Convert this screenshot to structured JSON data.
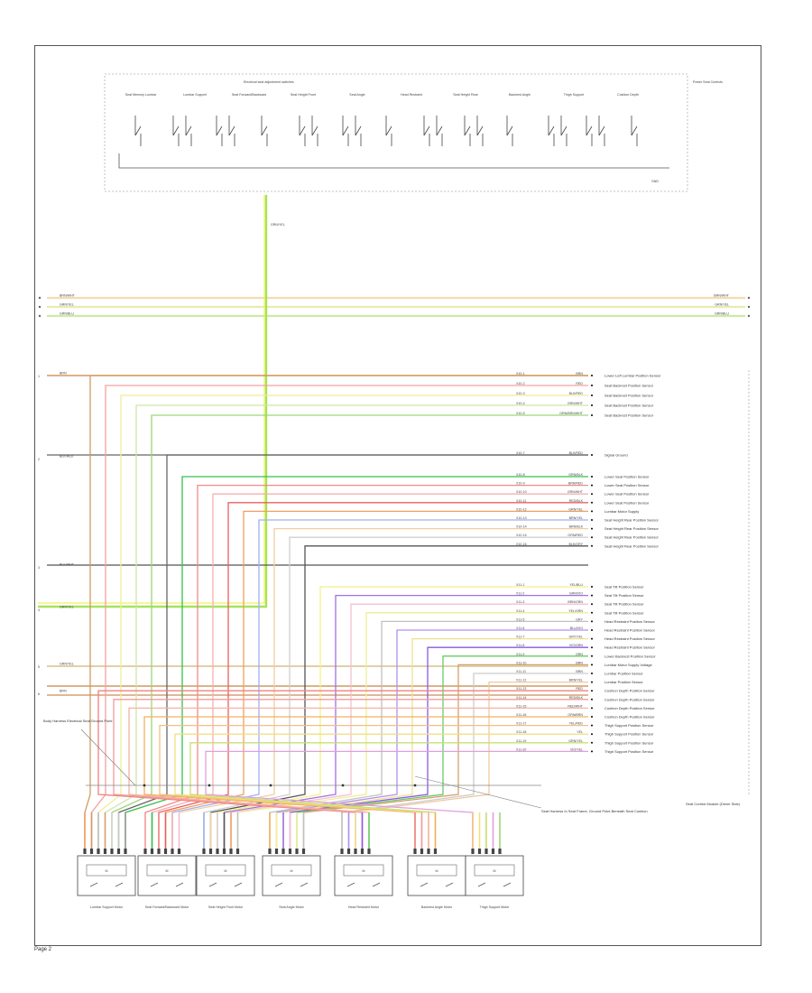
{
  "page": {
    "number": "Page 2"
  },
  "diagram": {
    "colors": {
      "frame": "#555555",
      "wire_gray": "#b0b0b0",
      "ground": "#333333"
    },
    "switch_block": {
      "title": "Electrical seat adjustment switches",
      "corner_label": "Power Seat Controls",
      "ground_label": "GND",
      "switches": [
        {
          "name": "Seat Memory Lumbar"
        },
        {
          "name": "Lumbar Support"
        },
        {
          "name": "Seat Forward/Backward"
        },
        {
          "name": "Seat Height Front"
        },
        {
          "name": "Seat Angle"
        },
        {
          "name": "Head Restraint"
        },
        {
          "name": "Seat Height Rear"
        },
        {
          "name": "Backrest Angle"
        },
        {
          "name": "Thigh Support"
        },
        {
          "name": "Cushion Depth"
        }
      ]
    },
    "bus_lines": [
      {
        "label": "BRN/WHT",
        "color": "#f3dcae"
      },
      {
        "label": "GRN/YEL",
        "color": "#e9ecb0"
      },
      {
        "label": "GRN/BLU",
        "color": "#cde9a8"
      }
    ],
    "left_terminals": [
      {
        "marker": "1",
        "label": "BRN"
      },
      {
        "marker": "2",
        "label": "BLK/RED"
      },
      {
        "marker": "3",
        "label": "BLK/WHT"
      },
      {
        "marker": "4",
        "label": "GRN/YEL"
      },
      {
        "marker": "5",
        "label": "GRN/YEL"
      },
      {
        "marker": "6",
        "label": "BRN"
      }
    ],
    "connector_pins": [
      {
        "code": "X10-1",
        "wire": "BRN",
        "desc": "Lower Left Lumbar Position Sensor",
        "color": "#d29a62"
      },
      {
        "code": "X10-2",
        "wire": "RED",
        "desc": "Seat Backrest Position Sensor",
        "color": "#f4a0a0"
      },
      {
        "code": "X10-3",
        "wire": "BLK/RED",
        "desc": "Seat Backrest Position Sensor",
        "color": "#eeee99"
      },
      {
        "code": "X10-4",
        "wire": "GRN/WHT",
        "desc": "Seat Backrest Position Sensor",
        "color": "#cfe6a8"
      },
      {
        "code": "X10-5",
        "wire": "GRN/BRN/WHT",
        "desc": "Seat Backrest Position Sensor",
        "color": "#9bd67a"
      },
      {
        "code": "X10-7",
        "wire": "BLK/RED",
        "desc": "Signal Ground",
        "color": "#666666"
      },
      {
        "code": "X10-8",
        "wire": "GRN/BLK",
        "desc": "Lower Seat Position Sensor",
        "color": "#33c24a"
      },
      {
        "code": "X10-9",
        "wire": "BRN/RED",
        "desc": "Lower Seat Position Sensor",
        "color": "#f08a8a"
      },
      {
        "code": "X10-10",
        "wire": "GRN/WHT",
        "desc": "Lower Seat Position Sensor",
        "color": "#f4b0b0"
      },
      {
        "code": "X10-11",
        "wire": "RED/BLK",
        "desc": "Lower Seat Position Sensor",
        "color": "#e96060"
      },
      {
        "code": "X10-12",
        "wire": "GRN/YEL",
        "desc": "Lumbar Motor Supply",
        "color": "#f0a060"
      },
      {
        "code": "X10-13",
        "wire": "BRN/YEL",
        "desc": "Seat Height Rear Position Sensor",
        "color": "#9fb0f0"
      },
      {
        "code": "X10-14",
        "wire": "BRN/BLK",
        "desc": "Seat Height Rear Position Sensor",
        "color": "#f0d0a0"
      },
      {
        "code": "X10-15",
        "wire": "GRN/RED",
        "desc": "Seat Height Rear Position Sensor",
        "color": "#d0d0d0"
      },
      {
        "code": "X10-16",
        "wire": "BLK/GRY",
        "desc": "Seat Height Rear Position Sensor",
        "color": "#555555"
      },
      {
        "code": "X11-1",
        "wire": "YEL/BLU",
        "desc": "Seat Tilt Position Sensor",
        "color": "#f4f08a"
      },
      {
        "code": "X11-2",
        "wire": "GRN/VIO",
        "desc": "Seat Tilt Position Sensor",
        "color": "#a070e0"
      },
      {
        "code": "X11-3",
        "wire": "BRN/GRN",
        "desc": "Seat Tilt Position Sensor",
        "color": "#f4c0d0"
      },
      {
        "code": "X11-4",
        "wire": "YEL/GRN",
        "desc": "Seat Tilt Position Sensor",
        "color": "#eeee99"
      },
      {
        "code": "X11-5",
        "wire": "GRY",
        "desc": "Head Restraint Position Sensor",
        "color": "#c0c0c0"
      },
      {
        "code": "X11-6",
        "wire": "BLU/VIO",
        "desc": "Head Restraint Position Sensor",
        "color": "#b090f0"
      },
      {
        "code": "X11-7",
        "wire": "GRY/YEL",
        "desc": "Head Restraint Position Sensor",
        "color": "#f0e090"
      },
      {
        "code": "X11-8",
        "wire": "VIO/GRN",
        "desc": "Head Restraint Position Sensor",
        "color": "#8a5ae0"
      },
      {
        "code": "X11-9",
        "wire": "GRN",
        "desc": "Lower Backrest Position Sensor",
        "color": "#66cc66"
      },
      {
        "code": "X11-10",
        "wire": "BRN",
        "desc": "Lumbar Motor Supply Voltage",
        "color": "#d6a070"
      },
      {
        "code": "X11-11",
        "wire": "BRN",
        "desc": "Lumbar Position Sensor",
        "color": "#cccccc"
      },
      {
        "code": "X11-12",
        "wire": "BRN/YEL",
        "desc": "Lumbar Position Sensor",
        "color": "#f0c8a0"
      },
      {
        "code": "X11-13",
        "wire": "RED",
        "desc": "Cushion Depth Position Sensor",
        "color": "#f08080"
      },
      {
        "code": "X11-14",
        "wire": "RED/BLK",
        "desc": "Cushion Depth Position Sensor",
        "color": "#f49a9a"
      },
      {
        "code": "X11-15",
        "wire": "RED/WHT",
        "desc": "Cushion Depth Position Sensor",
        "color": "#f4b4a0"
      },
      {
        "code": "X11-16",
        "wire": "ORN/BRN",
        "desc": "Cushion Depth Position Sensor",
        "color": "#f0b060"
      },
      {
        "code": "X11-17",
        "wire": "YEL/RED",
        "desc": "Thigh Support Position Sensor",
        "color": "#f4c080"
      },
      {
        "code": "X11-18",
        "wire": "YEL",
        "desc": "Thigh Support Position Sensor",
        "color": "#f0e080"
      },
      {
        "code": "X11-19",
        "wire": "GRN/YEL",
        "desc": "Thigh Support Position Sensor",
        "color": "#c8e070"
      },
      {
        "code": "X11-20",
        "wire": "VIO/YEL",
        "desc": "Thigh Support Position Sensor",
        "color": "#e0a0e0"
      }
    ],
    "module_label": "Seat Control Module (Driver Side)",
    "notes": [
      {
        "text": "Body Harness Electrical Seat Ground Point"
      },
      {
        "text": "Seat Harness In Seat Frame, Ground Point Beneath Seat Cushion"
      }
    ],
    "motors": [
      {
        "label": "Lumbar Support Motor",
        "pins": [
          "#f0a060",
          "#d29a62",
          "#bbbbbb",
          "#d6a070",
          "#d0d0d0",
          "#c8c8c8",
          "#999999"
        ]
      },
      {
        "label": "Seat Forward/Backward Motor",
        "pins": [
          "#f4a0a0",
          "#33c24a",
          "#f08a8a",
          "#e96060",
          "#f4b0b0",
          "#f4c0d0"
        ]
      },
      {
        "label": "Seat Height Front Motor",
        "pins": [
          "#9fb0f0",
          "#f0d0a0",
          "#d0d0d0",
          "#555555",
          "#f0a060",
          "#c0c0c0"
        ]
      },
      {
        "label": "Seat Angle Motor",
        "pins": [
          "#f0b060",
          "#f4f08a",
          "#a070e0",
          "#f4c0d0",
          "#eeee99",
          "#c0c0c0"
        ]
      },
      {
        "label": "Head Restraint Motor",
        "pins": [
          "#c0c0c0",
          "#b090f0",
          "#f0e090",
          "#8a5ae0",
          "#66cc66"
        ]
      },
      {
        "label": "Backrest Angle Motor",
        "pins": [
          "#f08080",
          "#f49a9a",
          "#f4b4a0",
          "#f0b060"
        ]
      },
      {
        "label": "Thigh Support Motor",
        "pins": [
          "#f4c080",
          "#f0e080",
          "#c8e070",
          "#e0a0e0",
          "#9bd67a"
        ]
      }
    ]
  }
}
